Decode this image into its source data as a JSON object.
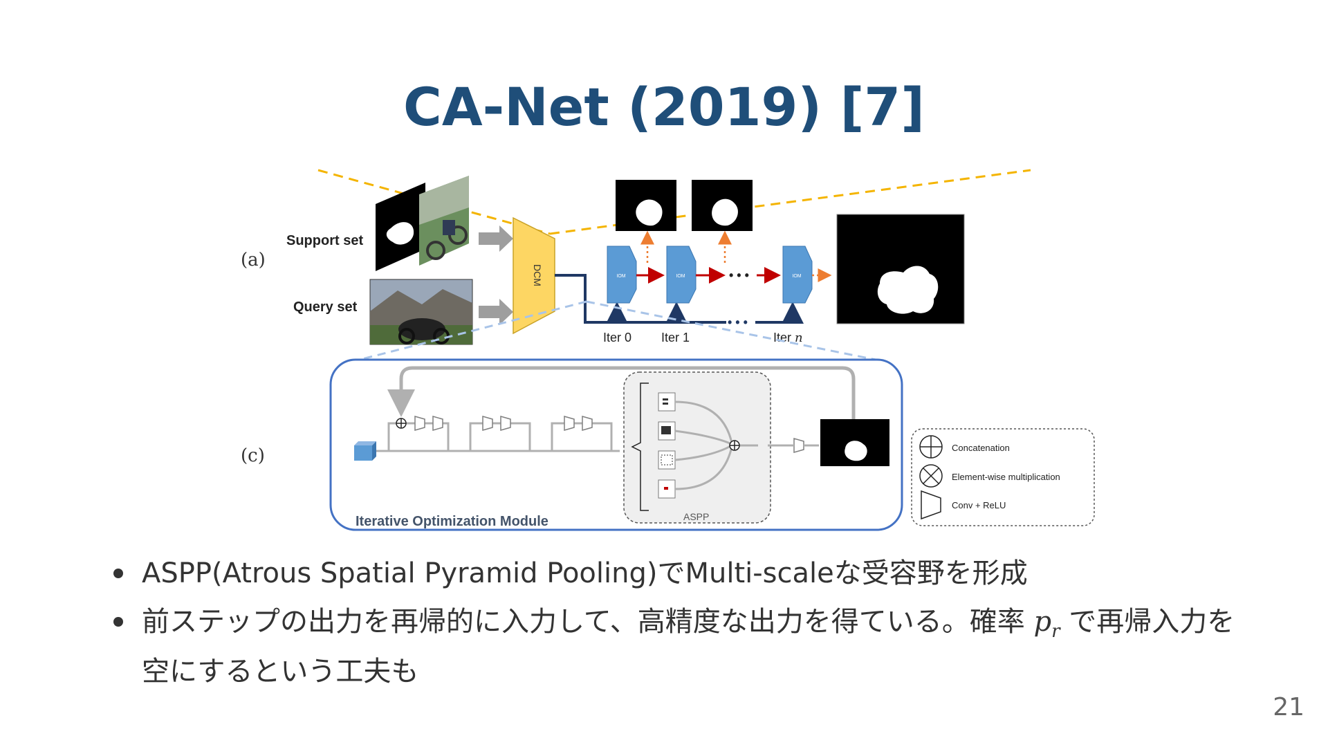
{
  "slide": {
    "title": "CA-Net (2019) [7]",
    "page_number": "21"
  },
  "figure": {
    "panel_a_label": "(a)",
    "panel_c_label": "(c)",
    "support_set_label": "Support set",
    "query_set_label": "Query set",
    "dcm_label": "DCM",
    "iom_label": "IOM",
    "iter_labels": [
      "Iter 0",
      "Iter 1",
      "Iter "
    ],
    "iter_n_symbol": "n",
    "dots": "• • •",
    "module_label": "Iterative Optimization Module",
    "aspp_label": "ASPP",
    "legend": {
      "concatenation": "Concatenation",
      "multiplication": "Element-wise multiplication",
      "conv_relu": "Conv + ReLU"
    },
    "colors": {
      "dcm_fill": "#fdd663",
      "iom_fill": "#5b9bd5",
      "arrow_red": "#c00000",
      "arrow_orange": "#ed7d31",
      "dashed_yellow": "#f4b400",
      "dashed_blue": "#a9c4e8",
      "module_border": "#4472c4"
    }
  },
  "bullets": [
    {
      "text": "ASPP(Atrous Spatial Pyramid Pooling)でMulti-scaleな受容野を形成"
    },
    {
      "text_before": "前ステップの出力を再帰的に入力して、高精度な出力を得ている。確率 ",
      "math_base": "p",
      "math_sub": "r",
      "text_after": " で再帰入力を空にするという工夫も"
    }
  ]
}
